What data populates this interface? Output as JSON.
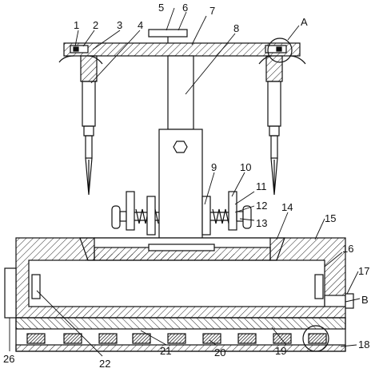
{
  "labels": {
    "n1": "1",
    "n2": "2",
    "n3": "3",
    "n4": "4",
    "n5": "5",
    "n6": "6",
    "n7": "7",
    "n8": "8",
    "n9": "9",
    "n10": "10",
    "n11": "11",
    "n12": "12",
    "n13": "13",
    "n14": "14",
    "n15": "15",
    "n16": "16",
    "n17": "17",
    "n18": "18",
    "n19": "19",
    "n20": "20",
    "n21": "21",
    "n22": "22",
    "n26": "26",
    "detail_a": "A",
    "detail_b": "B"
  }
}
